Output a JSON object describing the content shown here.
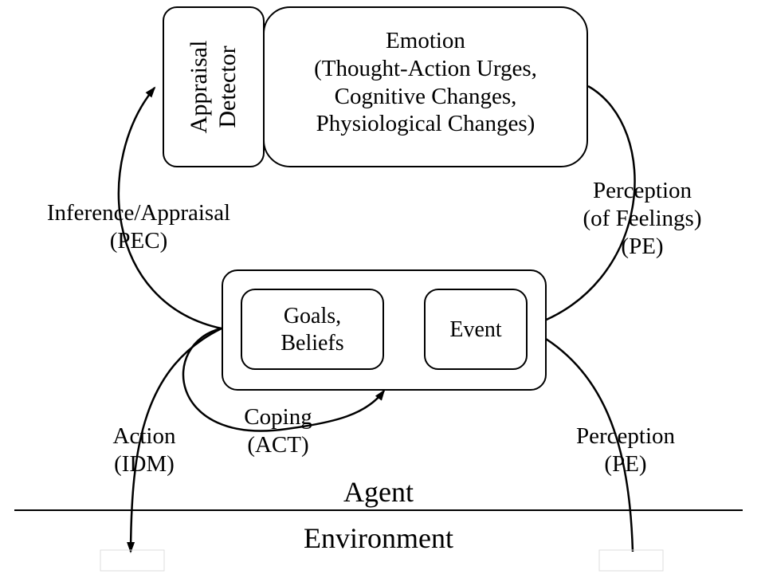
{
  "appraisal_detector": {
    "label": "Appraisal\nDetector"
  },
  "emotion": {
    "label": "Emotion\n(Thought-Action Urges,\nCognitive Changes,\nPhysiological Changes)"
  },
  "goals_beliefs": {
    "label": "Goals,\nBeliefs"
  },
  "event": {
    "label": "Event"
  },
  "edges": {
    "inference_appraisal": "Inference/Appraisal\n(PEC)",
    "perception_feelings": "Perception\n(of Feelings)\n(PE)",
    "coping": "Coping\n(ACT)",
    "action": "Action\n(IDM)",
    "perception_env": "Perception\n(PE)"
  },
  "regions": {
    "agent": "Agent",
    "environment": "Environment"
  }
}
